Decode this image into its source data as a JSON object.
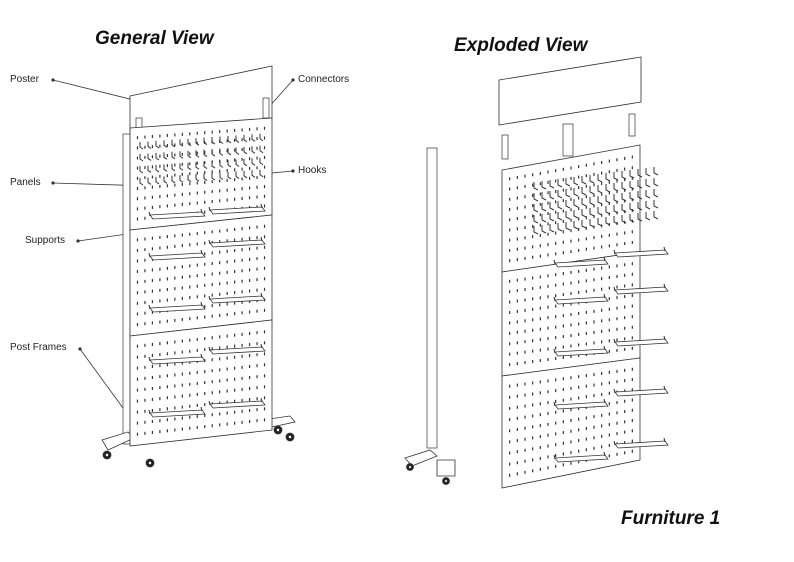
{
  "titles": {
    "general": "General View",
    "exploded": "Exploded View",
    "furniture": "Furniture 1"
  },
  "labels": {
    "poster": "Poster",
    "connectors": "Connectors",
    "panels": "Panels",
    "hooks": "Hooks",
    "supports": "Supports",
    "post_frames": "Post Frames"
  },
  "colors": {
    "line": "#333333",
    "background": "#ffffff"
  }
}
